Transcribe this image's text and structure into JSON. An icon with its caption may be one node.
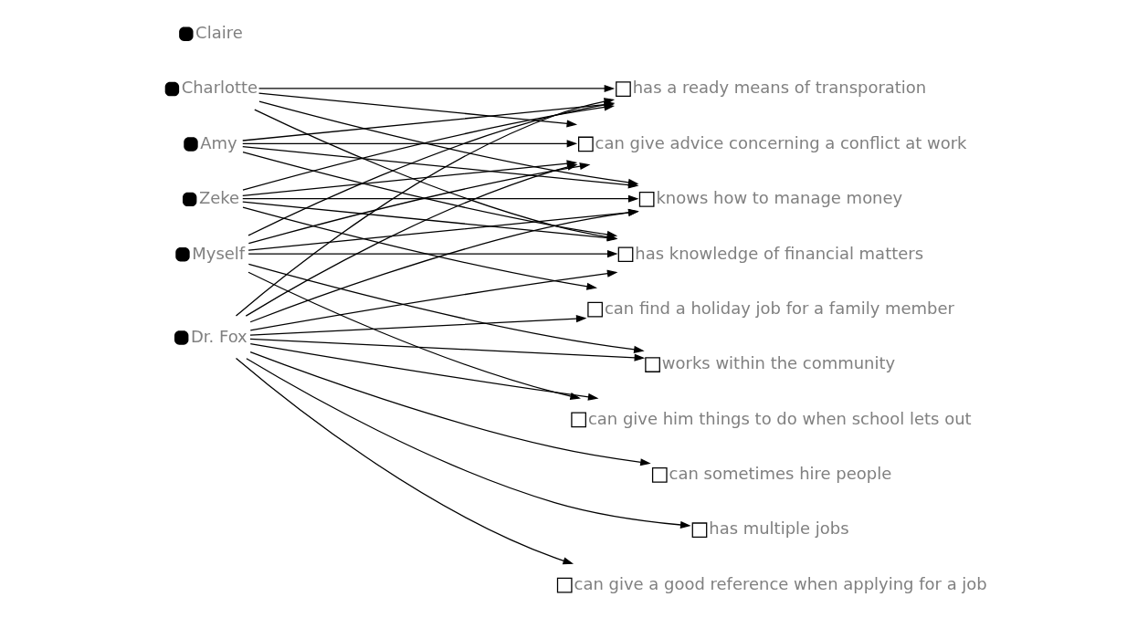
{
  "diagram": {
    "nodes": [
      {
        "text": [
          "Amy"
        ]
      },
      {
        "text": [
          "Zeke"
        ]
      },
      {
        "text": [
          "Charlotte"
        ]
      },
      {
        "text": [
          "Claire"
        ]
      },
      {
        "text": [
          "Dr. Fox"
        ]
      },
      {
        "text": [
          "Myself"
        ]
      },
      {
        "text": [
          "can sometimes hire people"
        ]
      },
      {
        "text": [
          "has a ready means of transporation"
        ]
      },
      {
        "text": [
          "can give advice concerning a conflict at work"
        ]
      },
      {
        "text": [
          "works within the community"
        ]
      },
      {
        "text": [
          "knows how to manage money"
        ]
      },
      {
        "text": [
          "can give him things to do when school lets out"
        ]
      },
      {
        "text": [
          "can find a holiday job for a family member"
        ]
      },
      {
        "text": [
          "has knowledge of financial matters"
        ]
      },
      {
        "text": [
          "has multiple jobs"
        ]
      },
      {
        "text": [
          "can give a good reference when applying for a job"
        ]
      }
    ],
    "edges": [
      {
        "from": 0,
        "to": 7,
        "arrow": "to"
      },
      {
        "from": 0,
        "to": 8,
        "arrow": "to"
      },
      {
        "from": 0,
        "to": 10,
        "arrow": "to"
      },
      {
        "from": 0,
        "to": 13,
        "arrow": "to"
      },
      {
        "from": 1,
        "to": 7,
        "arrow": "to"
      },
      {
        "from": 1,
        "to": 8,
        "arrow": "to"
      },
      {
        "from": 1,
        "to": 10,
        "arrow": "to"
      },
      {
        "from": 1,
        "to": 12,
        "arrow": "to"
      },
      {
        "from": 1,
        "to": 13,
        "arrow": "to"
      },
      {
        "from": 2,
        "to": 7,
        "arrow": "to"
      },
      {
        "from": 2,
        "to": 8,
        "arrow": "to"
      },
      {
        "from": 2,
        "to": 10,
        "arrow": "to"
      },
      {
        "from": 2,
        "to": 13,
        "arrow": "to"
      },
      {
        "from": 4,
        "to": 6,
        "arrow": "to"
      },
      {
        "from": 4,
        "to": 7,
        "arrow": "to"
      },
      {
        "from": 4,
        "to": 8,
        "arrow": "to"
      },
      {
        "from": 4,
        "to": 9,
        "arrow": "to"
      },
      {
        "from": 4,
        "to": 10,
        "arrow": "to"
      },
      {
        "from": 4,
        "to": 11,
        "arrow": "to"
      },
      {
        "from": 4,
        "to": 12,
        "arrow": "to"
      },
      {
        "from": 4,
        "to": 13,
        "arrow": "to"
      },
      {
        "from": 4,
        "to": 14,
        "arrow": "to"
      },
      {
        "from": 4,
        "to": 15,
        "arrow": "to"
      },
      {
        "from": 5,
        "to": 7,
        "arrow": "to"
      },
      {
        "from": 5,
        "to": 8,
        "arrow": "to"
      },
      {
        "from": 5,
        "to": 9,
        "arrow": "to"
      },
      {
        "from": 5,
        "to": 10,
        "arrow": "to"
      },
      {
        "from": 5,
        "to": 11,
        "arrow": "to"
      },
      {
        "from": 5,
        "to": 13,
        "arrow": "to"
      }
    ]
  }
}
